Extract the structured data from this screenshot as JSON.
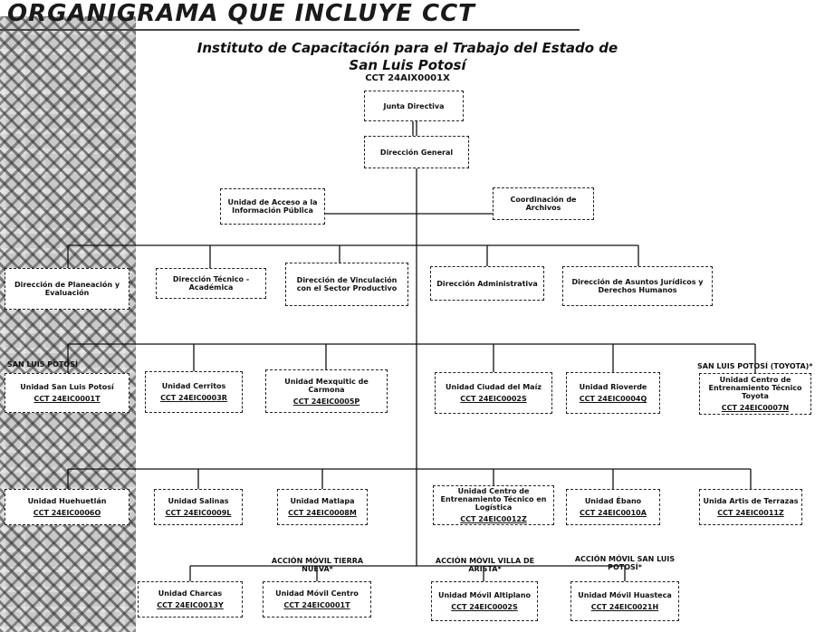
{
  "header": {
    "title": "ORGANIGRAMA QUE INCLUYE CCT",
    "institution": "Instituto de Capacitación para el Trabajo del Estado de San Luis Potosí",
    "cct": "CCT 24AIX0001X"
  },
  "top": {
    "junta": "Junta Directiva",
    "direccion_general": "Dirección General",
    "unidad_acceso": "Unidad de Acceso a la Información Pública",
    "coordinacion": "Coordinación de Archivos"
  },
  "direcciones": [
    "Dirección de Planeación y Evaluación",
    "Dirección Técnico - Académica",
    "Dirección de Vinculación con el Sector Productivo",
    "Dirección Administrativa",
    "Dirección de Asuntos Jurídicos y Derechos Humanos"
  ],
  "row3": [
    {
      "name": "Unidad San Luis Potosí",
      "cct": "CCT 24EIC0001T"
    },
    {
      "name": "Unidad Cerritos",
      "cct": "CCT 24EIC0003R"
    },
    {
      "name": "Unidad Mexquitic de Carmona",
      "cct": "CCT 24EIC0005P"
    },
    {
      "name": "Unidad Ciudad del Maíz",
      "cct": "CCT 24EIC0002S"
    },
    {
      "name": "Unidad Rioverde",
      "cct": "CCT 24EIC0004Q"
    },
    {
      "name": "Unidad Centro de Entrenamiento Técnico Toyota",
      "cct": "CCT 24EIC0007N"
    }
  ],
  "row3_labels": {
    "left": "SAN LUIS POTOSÍ",
    "right": "SAN LUIS POTOSÍ (TOYOTA)*"
  },
  "row4": [
    {
      "name": "Unidad Huehuetlán",
      "cct": "CCT 24EIC0006O"
    },
    {
      "name": "Unidad Salinas",
      "cct": "CCT 24EIC0009L"
    },
    {
      "name": "Unidad Matlapa",
      "cct": "CCT 24EIC0008M"
    },
    {
      "name": "Unidad Centro de Entrenamiento Técnico en Logística",
      "cct": "CCT 24EIC0012Z"
    },
    {
      "name": "Unidad Ébano",
      "cct": "CCT 24EIC0010A"
    },
    {
      "name": "Unida Artis de Terrazas",
      "cct": "CCT 24EIC0011Z"
    }
  ],
  "row5": [
    {
      "name": "Unidad Charcas",
      "cct": "CCT 24EIC0013Y"
    },
    {
      "name": "Unidad Móvil Centro",
      "cct": "CCT 24EIC0001T"
    },
    {
      "name": "Unidad Móvil Altiplano",
      "cct": "CCT 24EIC0002S"
    },
    {
      "name": "Unidad Móvil Huasteca",
      "cct": "CCT 24EIC0021H"
    }
  ],
  "row5_labels": [
    "ACCIÓN MÓVIL TIERRA NUEVA*",
    "ACCIÓN MÓVIL VILLA DE ARISTA*",
    "ACCIÓN MÓVIL SAN LUIS POTOSÍ*"
  ]
}
